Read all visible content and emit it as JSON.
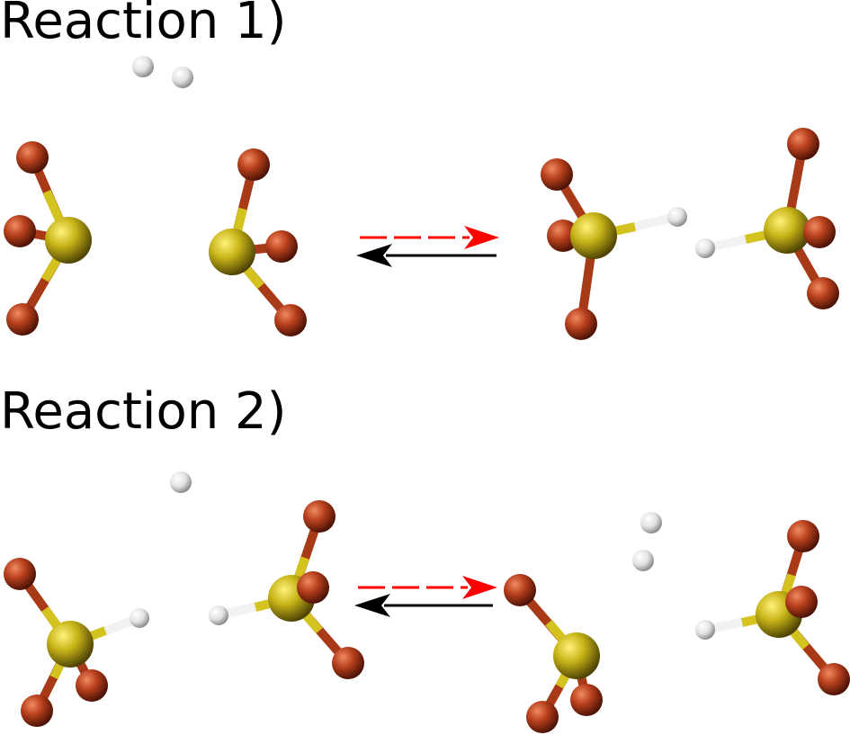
{
  "reactions": [
    {
      "label": "Reaction 1)"
    },
    {
      "label": "Reaction 2)"
    }
  ],
  "colors": {
    "oxygen": "#b03a1c",
    "sulfur": "#c8b418",
    "hydrogen": "#e4e4e4",
    "forward_arrow": "#ff0000",
    "backward_arrow": "#000000"
  },
  "arrows": {
    "forward_style": "dashed",
    "backward_style": "solid"
  }
}
